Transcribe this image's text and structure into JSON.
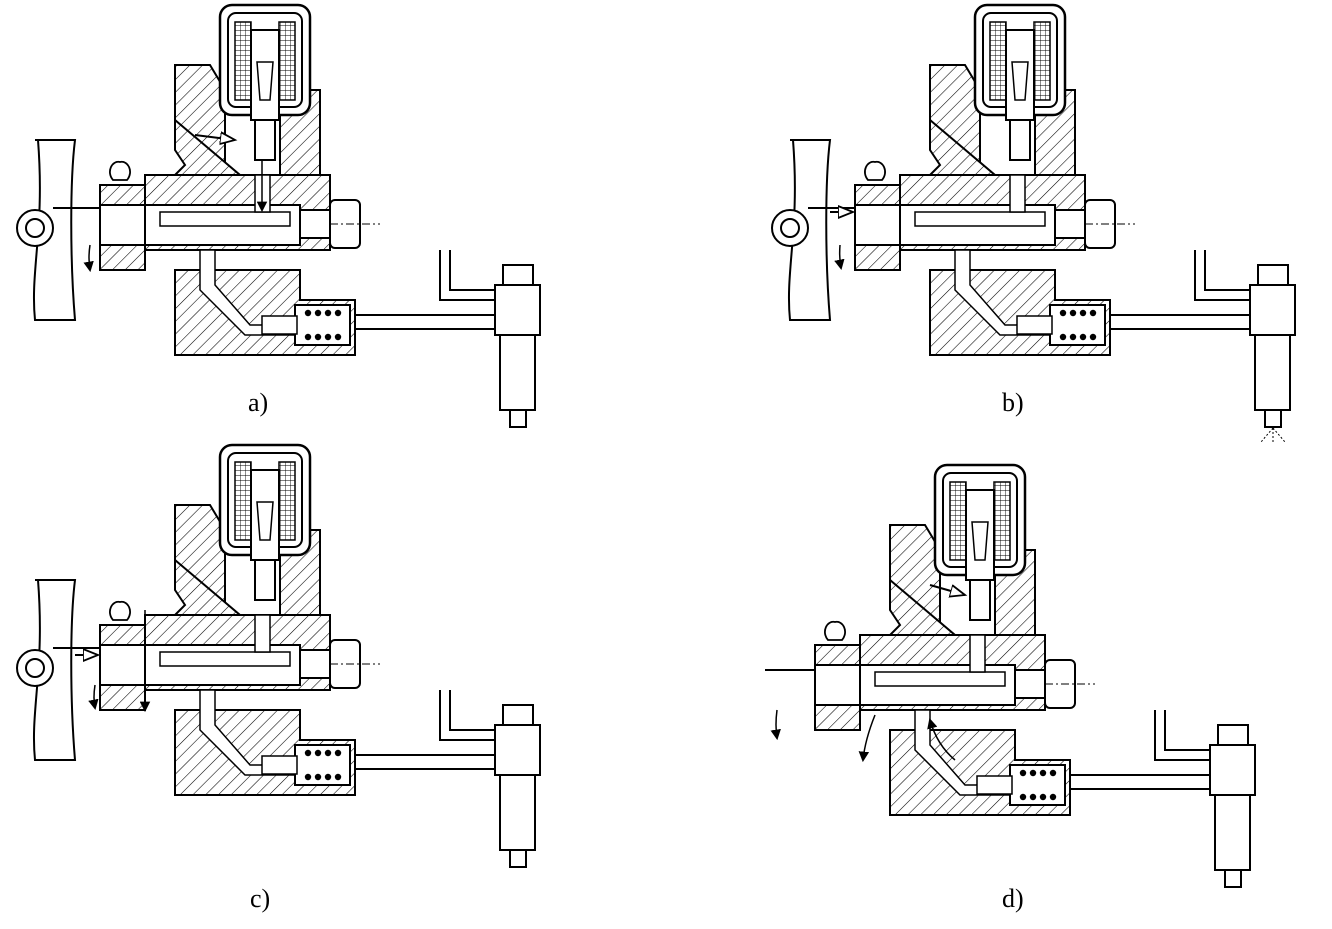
{
  "panels": [
    {
      "id": "a",
      "caption": "a)"
    },
    {
      "id": "b",
      "caption": "b)"
    },
    {
      "id": "c",
      "caption": "c)"
    },
    {
      "id": "d",
      "caption": "d)"
    }
  ],
  "colors": {
    "ink": "#000000",
    "paper": "#ffffff"
  }
}
